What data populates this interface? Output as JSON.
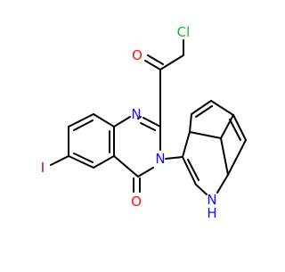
{
  "atoms": {
    "chlorine": "Cl",
    "ketone_oxygen": "O",
    "n1": "N",
    "n3": "N",
    "iodine": "I",
    "carbonyl_oxygen": "O",
    "indole_nh": "N",
    "indole_h": "H"
  },
  "colors": {
    "bond": "#000000",
    "chlorine": "#1fb01f",
    "oxygen": "#ff0d0d",
    "nitrogen": "#1010ff",
    "iodine": "#940094"
  }
}
